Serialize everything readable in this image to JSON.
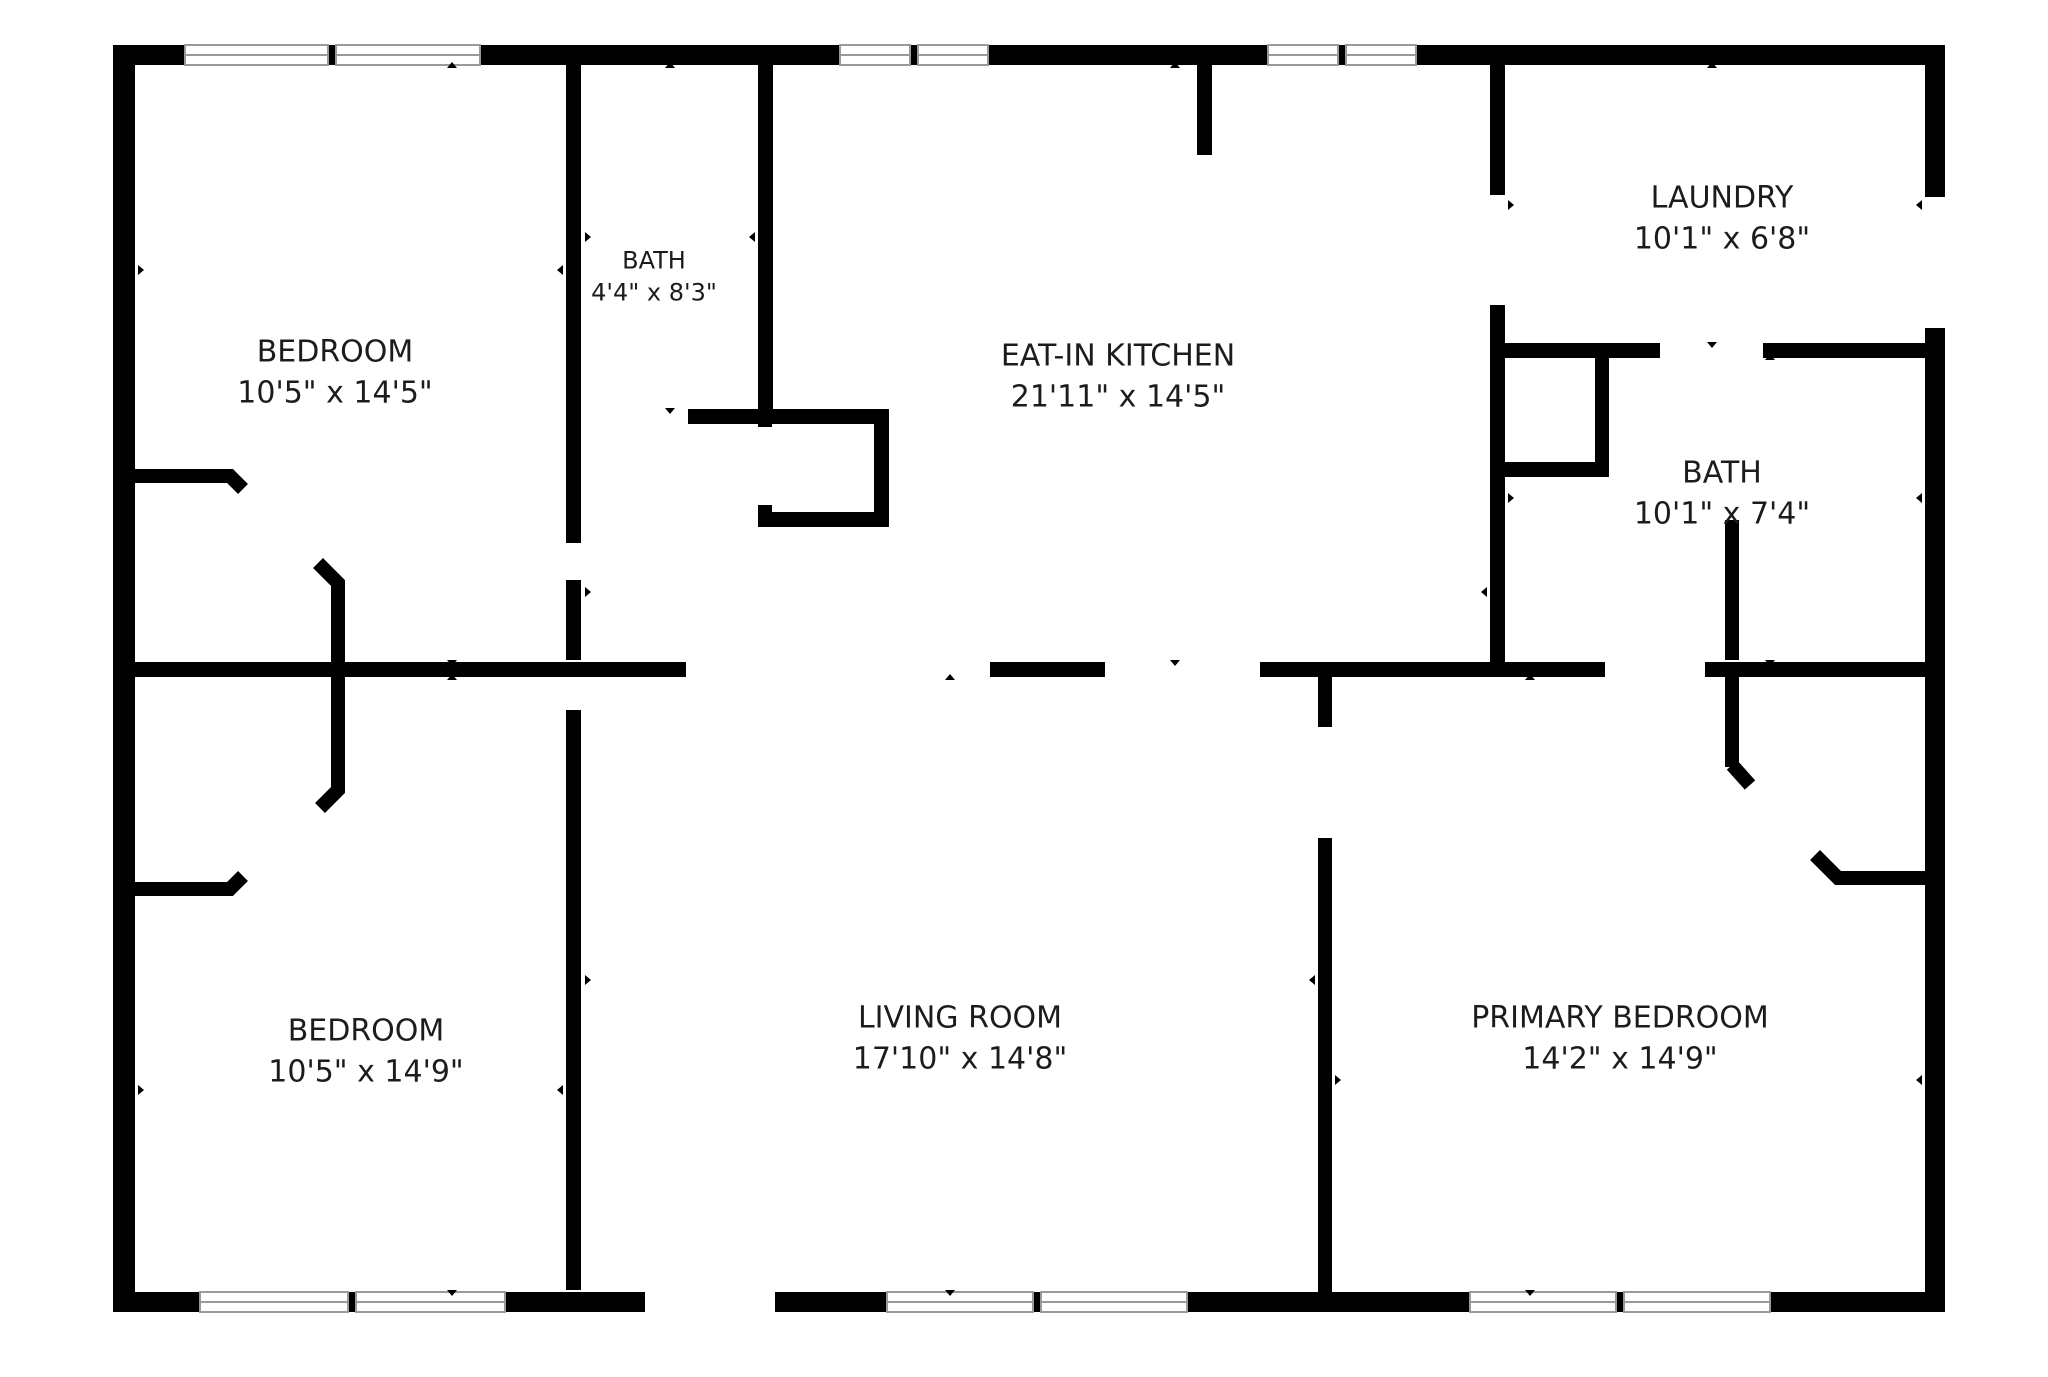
{
  "rooms": {
    "bedroom_upper": {
      "name": "BEDROOM",
      "dims": "10'5\" x 14'5\""
    },
    "bath_small": {
      "name": "BATH",
      "dims": "4'4\" x 8'3\""
    },
    "kitchen": {
      "name": "EAT-IN KITCHEN",
      "dims": "21'11\" x 14'5\""
    },
    "laundry": {
      "name": "LAUNDRY",
      "dims": "10'1\" x 6'8\""
    },
    "bath_primary": {
      "name": "BATH",
      "dims": "10'1\" x 7'4\""
    },
    "bedroom_lower": {
      "name": "BEDROOM",
      "dims": "10'5\" x 14'9\""
    },
    "living_room": {
      "name": "LIVING ROOM",
      "dims": "17'10\" x 14'8\""
    },
    "primary_bedroom": {
      "name": "PRIMARY BEDROOM",
      "dims": "14'2\" x 14'9\""
    }
  },
  "colors": {
    "wall": "#000000",
    "background": "#ffffff",
    "text": "#1c1c1c",
    "window_line": "#9a9a9a"
  }
}
